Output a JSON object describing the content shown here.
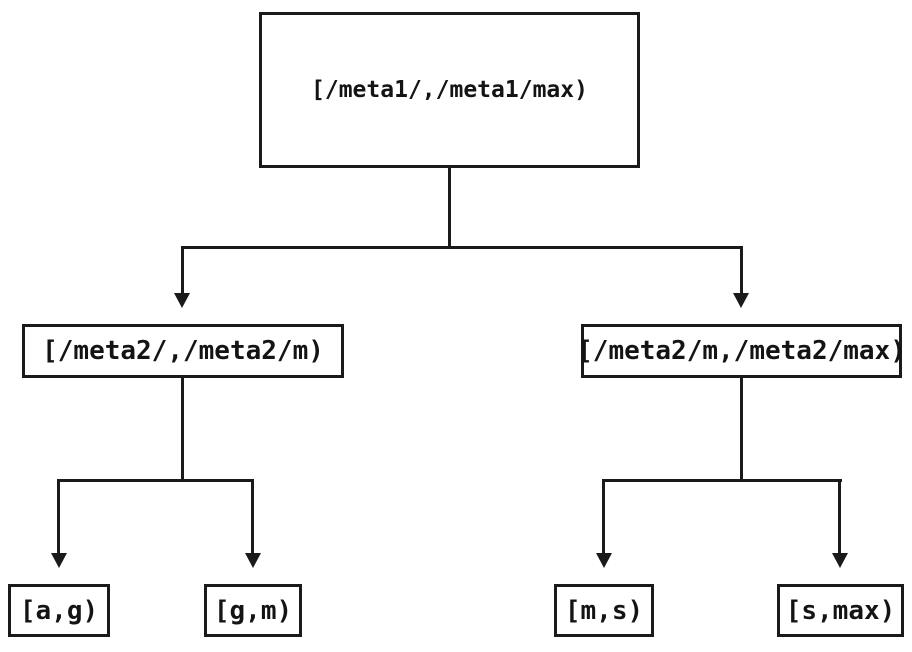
{
  "diagram": {
    "type": "tree",
    "background": "#ffffff",
    "stroke_color": "#1a1a1a",
    "text_color": "#141414",
    "nodes": {
      "root": {
        "label": "[/meta1/,/meta1/max)"
      },
      "left_child": {
        "label": "[/meta2/,/meta2/m)"
      },
      "right_child": {
        "label": "[/meta2/m,/meta2/max)"
      },
      "leaf_1": {
        "label": "[a,g)"
      },
      "leaf_2": {
        "label": "[g,m)"
      },
      "leaf_3": {
        "label": "[m,s)"
      },
      "leaf_4": {
        "label": "[s,max)"
      }
    },
    "edges": [
      {
        "from": "root",
        "to": "left_child"
      },
      {
        "from": "root",
        "to": "right_child"
      },
      {
        "from": "left_child",
        "to": "leaf_1"
      },
      {
        "from": "left_child",
        "to": "leaf_2"
      },
      {
        "from": "right_child",
        "to": "leaf_3"
      },
      {
        "from": "right_child",
        "to": "leaf_4"
      }
    ]
  }
}
